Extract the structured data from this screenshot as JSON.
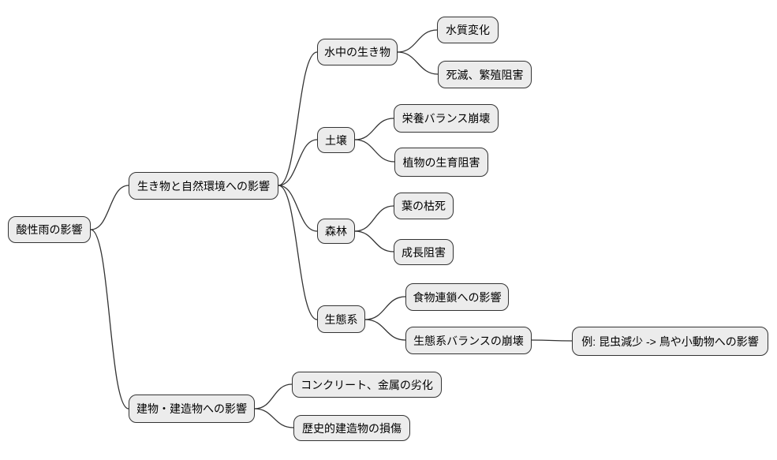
{
  "diagram": {
    "type": "mindmap",
    "title": "酸性雨の影響"
  },
  "colors": {
    "background": "#ffffff",
    "node_fill": "#ececec",
    "node_border": "#333333",
    "edge": "#333333",
    "text": "#000000"
  },
  "nodes": [
    {
      "id": "root",
      "label": "酸性雨の影響",
      "level": 0,
      "parent": null
    },
    {
      "id": "nature",
      "label": "生き物と自然環境への影響",
      "level": 1,
      "parent": "root"
    },
    {
      "id": "buildings",
      "label": "建物・建造物への影響",
      "level": 1,
      "parent": "root"
    },
    {
      "id": "aquatic-life",
      "label": "水中の生き物",
      "level": 2,
      "parent": "nature"
    },
    {
      "id": "water-quality",
      "label": "水質変化",
      "level": 3,
      "parent": "aquatic-life"
    },
    {
      "id": "die-off",
      "label": "死滅、繁殖阻害",
      "level": 3,
      "parent": "aquatic-life"
    },
    {
      "id": "soil",
      "label": "土壌",
      "level": 2,
      "parent": "nature"
    },
    {
      "id": "nutrient-balance",
      "label": "栄養バランス崩壊",
      "level": 3,
      "parent": "soil"
    },
    {
      "id": "plant-growth",
      "label": "植物の生育阻害",
      "level": 3,
      "parent": "soil"
    },
    {
      "id": "forest",
      "label": "森林",
      "level": 2,
      "parent": "nature"
    },
    {
      "id": "leaf-death",
      "label": "葉の枯死",
      "level": 3,
      "parent": "forest"
    },
    {
      "id": "growth-inhibition",
      "label": "成長阻害",
      "level": 3,
      "parent": "forest"
    },
    {
      "id": "ecosystem",
      "label": "生態系",
      "level": 2,
      "parent": "nature"
    },
    {
      "id": "food-chain",
      "label": "食物連鎖への影響",
      "level": 3,
      "parent": "ecosystem"
    },
    {
      "id": "balance-collapse",
      "label": "生態系バランスの崩壊",
      "level": 3,
      "parent": "ecosystem"
    },
    {
      "id": "example",
      "label": "例: 昆虫減少 -> 鳥や小動物への影響",
      "level": 4,
      "parent": "balance-collapse"
    },
    {
      "id": "concrete-metal",
      "label": "コンクリート、金属の劣化",
      "level": 2,
      "parent": "buildings"
    },
    {
      "id": "historic-damage",
      "label": "歴史的建造物の損傷",
      "level": 2,
      "parent": "buildings"
    }
  ]
}
